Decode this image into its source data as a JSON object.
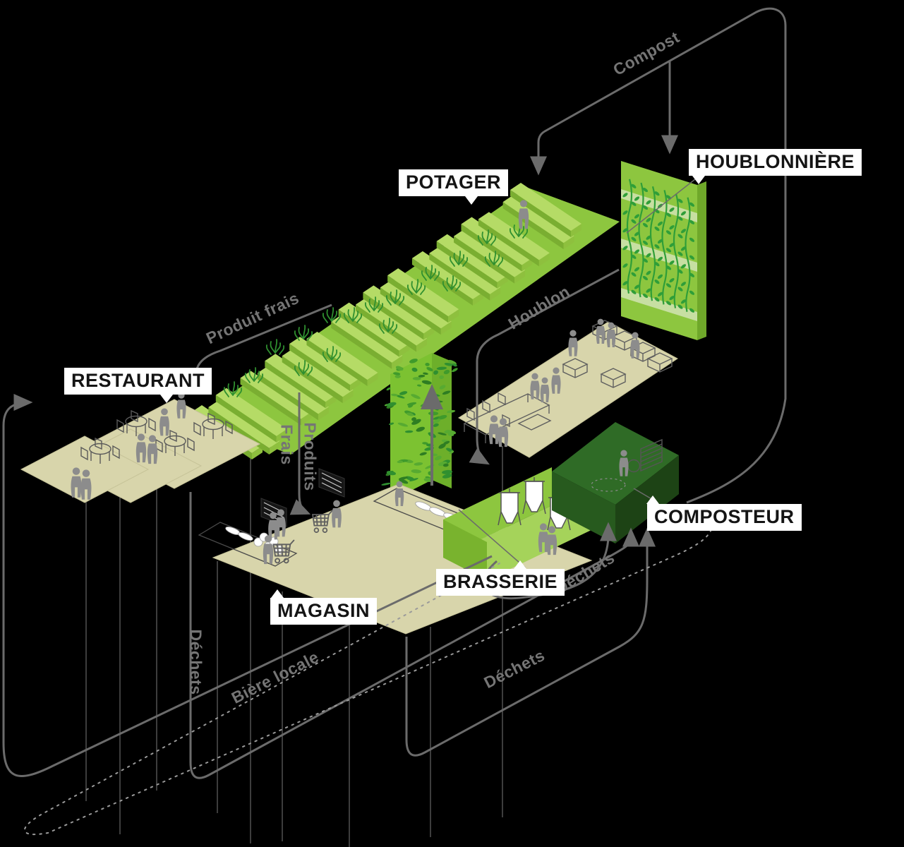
{
  "diagram": {
    "description": "Isometric circular-economy diagram linking an urban farm, hop wall, restaurant, shop, brewery and composter",
    "nodes": [
      {
        "id": "potager",
        "label": "POTAGER"
      },
      {
        "id": "houblonniere",
        "label": "HOUBLONNIÈRE"
      },
      {
        "id": "restaurant",
        "label": "RESTAURANT"
      },
      {
        "id": "magasin",
        "label": "MAGASIN"
      },
      {
        "id": "brasserie",
        "label": "BRASSERIE"
      },
      {
        "id": "composteur",
        "label": "COMPOSTEUR"
      }
    ],
    "flows": [
      {
        "id": "compost",
        "label": "Compost",
        "from": "composteur",
        "to": "potager / houblonnière",
        "style": "solid"
      },
      {
        "id": "produit-frais",
        "label": "Produit frais",
        "from": "potager",
        "to": "restaurant",
        "style": "solid"
      },
      {
        "id": "houblon",
        "label": "Houblon",
        "from": "houblonnière",
        "to": "brasserie",
        "style": "solid"
      },
      {
        "id": "produits-frais",
        "label": "Produits Frais",
        "line1": "Produits",
        "line2": "Frais",
        "from": "potager",
        "to": "magasin",
        "style": "solid"
      },
      {
        "id": "dechets-restaurant",
        "label": "Déchets",
        "from": "restaurant",
        "to": "composteur",
        "style": "solid"
      },
      {
        "id": "biere-locale",
        "label": "Bière locale",
        "from": "brasserie",
        "to": "restaurant / magasin",
        "style": "dashed"
      },
      {
        "id": "dechets-magasin",
        "label": "Déchets",
        "from": "magasin",
        "to": "composteur",
        "style": "solid"
      },
      {
        "id": "dechets-brasserie",
        "label": "Déchets",
        "from": "brasserie",
        "to": "composteur",
        "style": "solid"
      }
    ],
    "colors": {
      "background": "#000000",
      "green_light": "#8dc63f",
      "green_mid": "#79b32e",
      "green_bed_top": "#b5db66",
      "green_dark_top": "#2f6b26",
      "green_dark_side": "#1d4315",
      "green_foliage": "#2f8f2f",
      "beige": "#d8d5ab",
      "beige_edge": "#bdba8e",
      "line_gray": "#6b6b6b",
      "label_gray": "#757575",
      "people_gray": "#8c8c8c",
      "label_bg": "#ffffff",
      "label_text": "#141414"
    }
  }
}
